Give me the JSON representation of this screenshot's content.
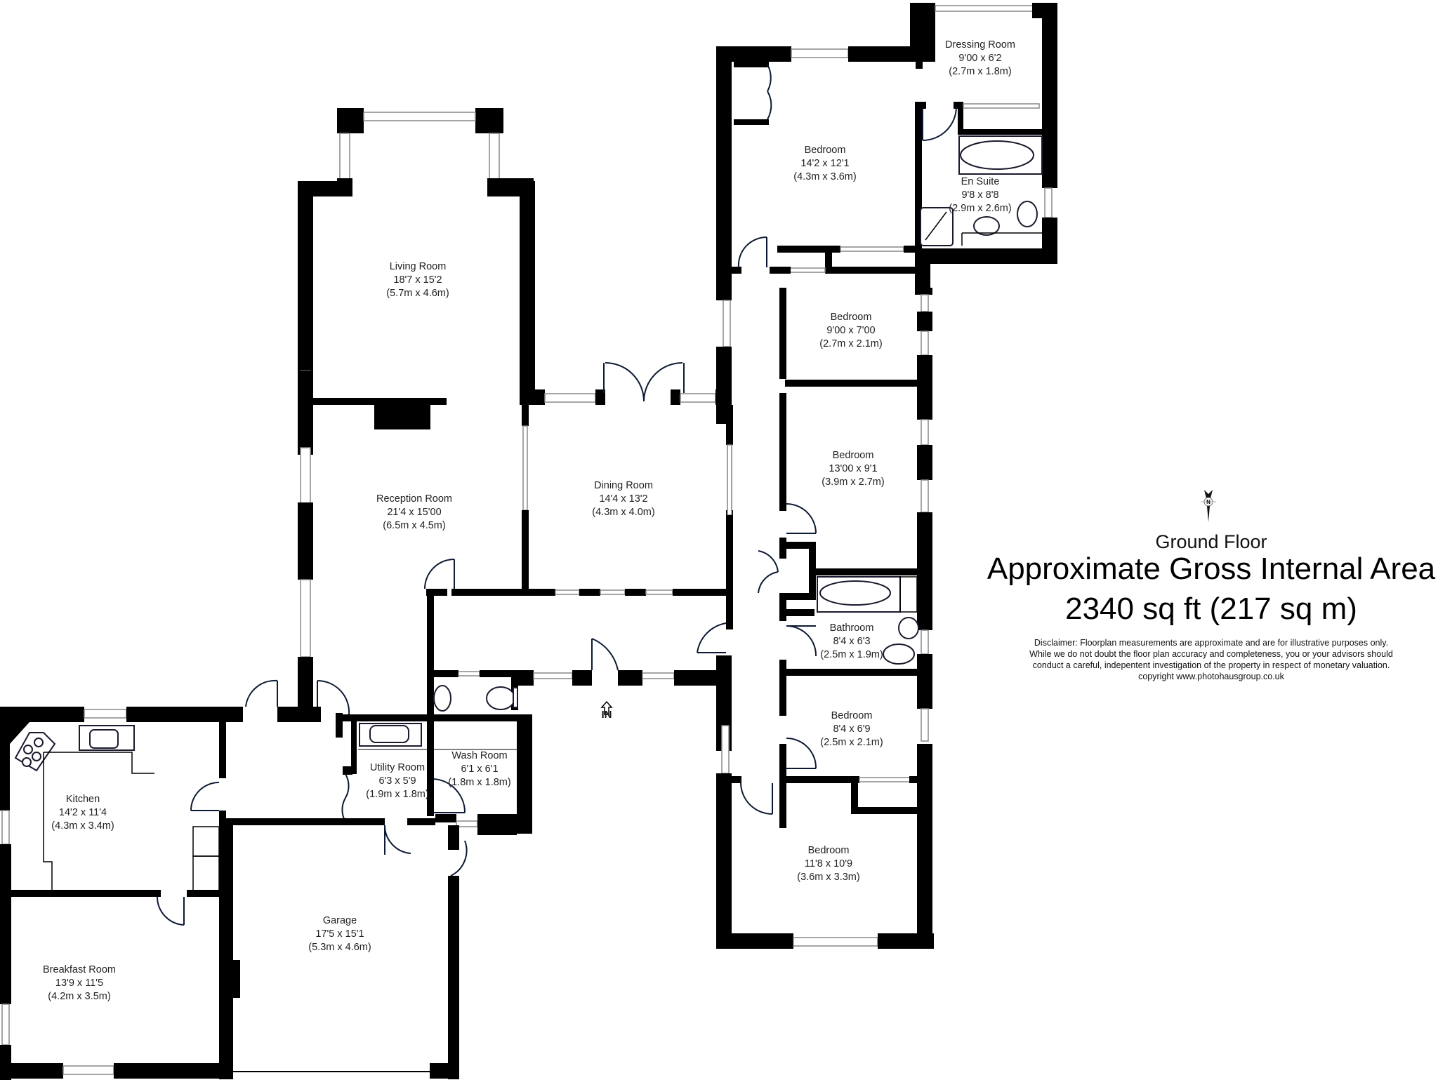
{
  "floor": {
    "name": "Ground Floor",
    "area_title": "Approximate Gross Internal Area",
    "area_value": "2340 sq ft (217 sq m)",
    "disclaimer": [
      "Disclaimer: Floorplan measurements are approximate and are for illustrative purposes only.",
      "While we do not doubt the floor plan accuracy and completeness, you or your advisors should",
      "conduct a careful, indepentent investigation of the property in respect of monetary valuation.",
      "copyright www.photohausgroup.co.uk"
    ],
    "compass_letter": "N",
    "entrance_label": "IN"
  },
  "rooms": [
    {
      "name": "Living Room",
      "imperial": "18'7 x 15'2",
      "metric": "(5.7m x 4.6m)"
    },
    {
      "name": "Reception Room",
      "imperial": "21'4 x 15'00",
      "metric": "(6.5m x 4.5m)"
    },
    {
      "name": "Dining Room",
      "imperial": "14'4 x 13'2",
      "metric": "(4.3m x 4.0m)"
    },
    {
      "name": "Kitchen",
      "imperial": "14'2 x 11'4",
      "metric": "(4.3m x 3.4m)"
    },
    {
      "name": "Utility Room",
      "imperial": "6'3 x 5'9",
      "metric": "(1.9m x 1.8m)"
    },
    {
      "name": "Wash Room",
      "imperial": "6'1 x 6'1",
      "metric": "(1.8m x 1.8m)"
    },
    {
      "name": "Breakfast Room",
      "imperial": "13'9 x 11'5",
      "metric": "(4.2m x 3.5m)"
    },
    {
      "name": "Garage",
      "imperial": "17'5 x 15'1",
      "metric": "(5.3m x 4.6m)"
    },
    {
      "name": "Bedroom",
      "imperial": "14'2 x 12'1",
      "metric": "(4.3m x 3.6m)"
    },
    {
      "name": "Dressing Room",
      "imperial": "9'00 x 6'2",
      "metric": "(2.7m x 1.8m)"
    },
    {
      "name": "En Suite",
      "imperial": "9'8 x 8'8",
      "metric": "(2.9m x 2.6m)"
    },
    {
      "name": "Bedroom",
      "imperial": "9'00 x 7'00",
      "metric": "(2.7m x 2.1m)"
    },
    {
      "name": "Bedroom",
      "imperial": "13'00 x 9'1",
      "metric": "(3.9m x 2.7m)"
    },
    {
      "name": "Bathroom",
      "imperial": "8'4 x 6'3",
      "metric": "(2.5m x 1.9m)"
    },
    {
      "name": "Bedroom",
      "imperial": "8'4 x 6'9",
      "metric": "(2.5m x 2.1m)"
    },
    {
      "name": "Bedroom",
      "imperial": "11'8 x 10'9",
      "metric": "(3.6m x 3.3m)"
    }
  ]
}
